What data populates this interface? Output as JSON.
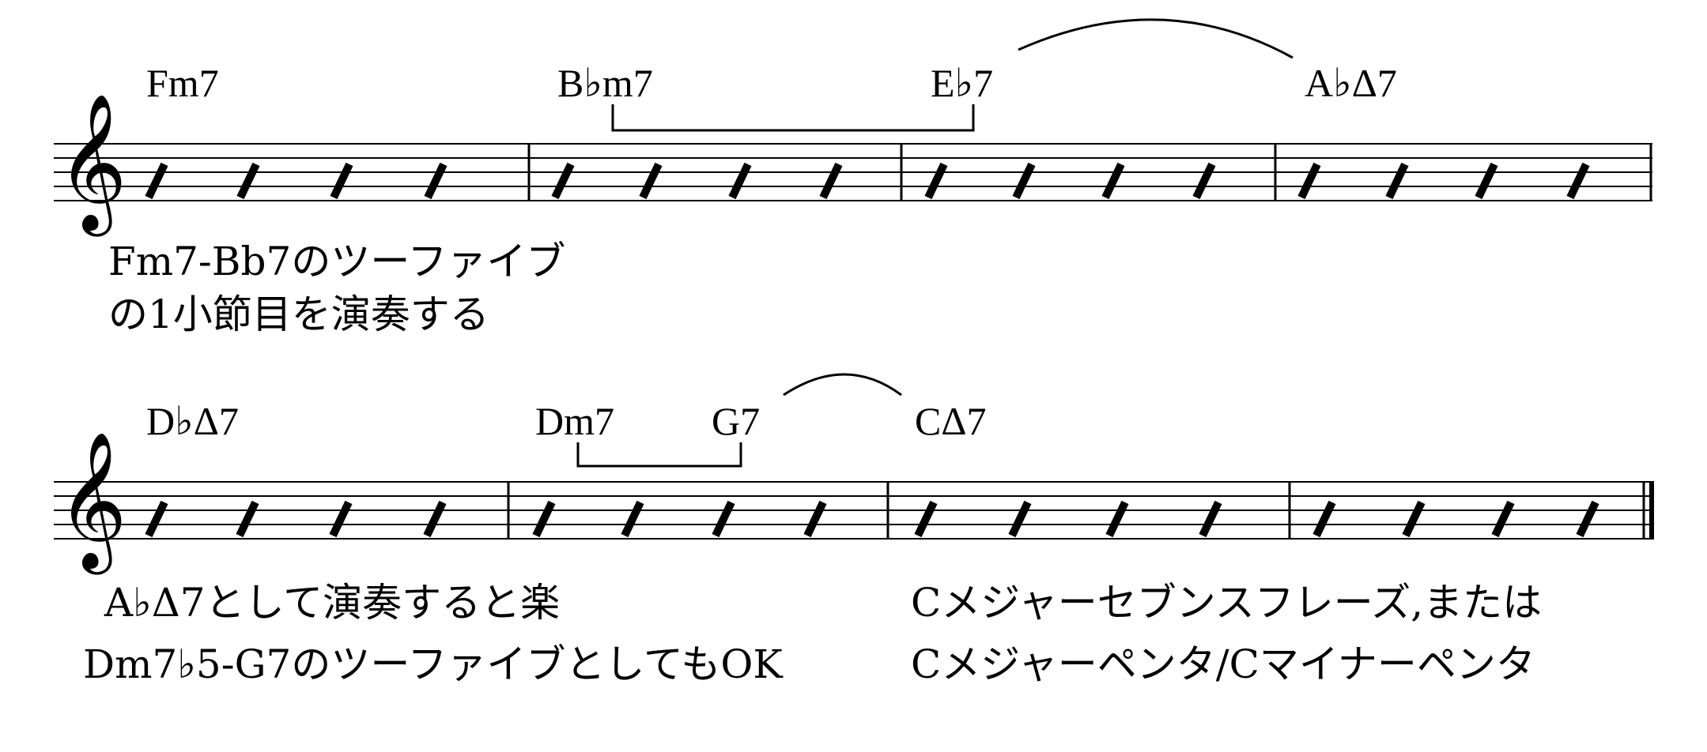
{
  "systems": [
    {
      "chords": [
        "Fm7",
        "B♭m7",
        "E♭7",
        "A♭Δ7"
      ],
      "annotations": [
        "Fm7-Bb7のツーファイブ",
        "の1小節目を演奏する"
      ]
    },
    {
      "chords": [
        "D♭Δ7",
        "Dm7",
        "G7",
        "CΔ7"
      ],
      "annotations_left": [
        "A♭Δ7として演奏すると楽",
        "Dm7♭5-G7のツーファイブとしてもOK"
      ],
      "annotations_right": [
        "Cメジャーセブンスフレーズ,または",
        "Cメジャーペンタ/Cマイナーペンタ"
      ]
    }
  ],
  "icons": {
    "clef": "treble-clef-icon",
    "beat": "slash-notation-icon"
  }
}
